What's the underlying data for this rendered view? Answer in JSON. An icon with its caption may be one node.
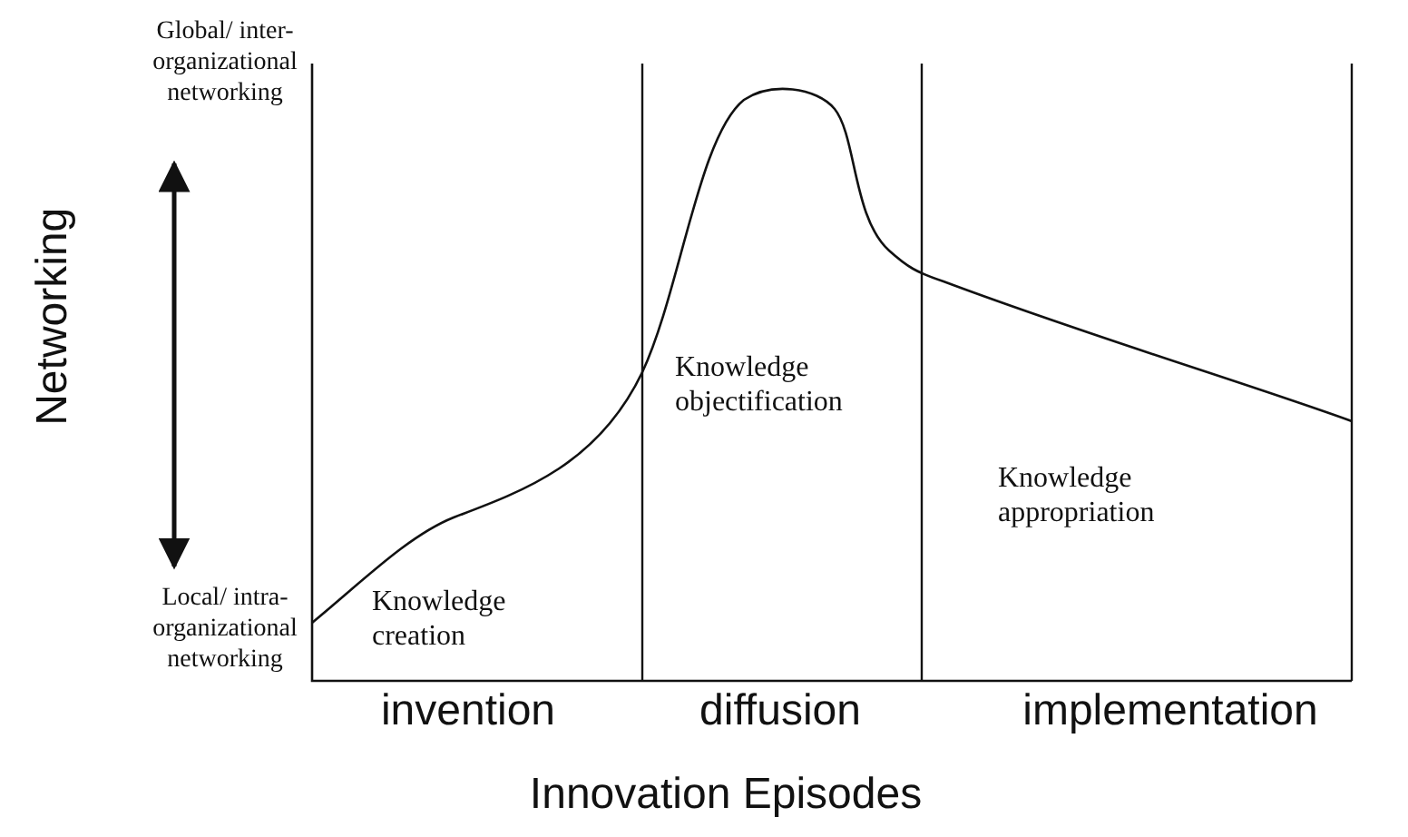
{
  "diagram": {
    "labels": [
      "Global/ inter-organizational networking",
      "Networking",
      "Knowledge objectification",
      "Knowledge appropriation",
      "Local/ intra-organizational networking",
      "Knowledge creation",
      "invention",
      "diffusion",
      "implementation",
      "Innovation Episodes"
    ]
  }
}
